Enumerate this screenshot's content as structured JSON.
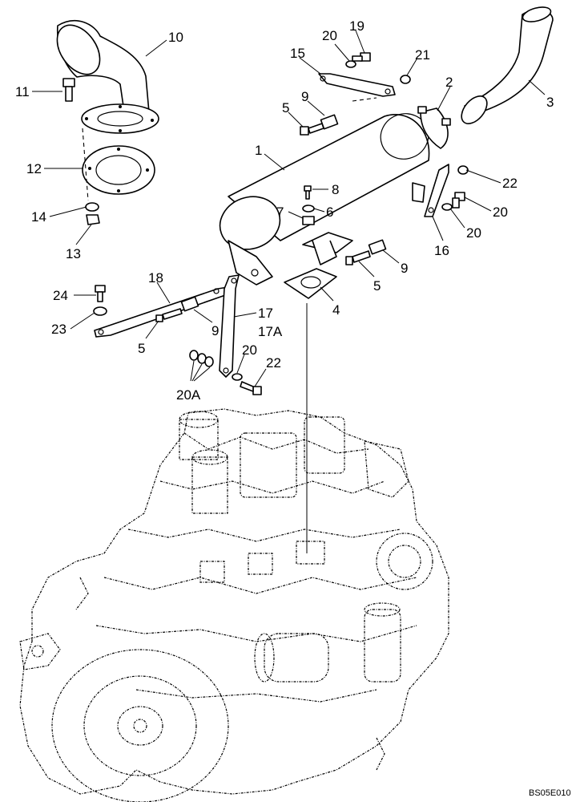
{
  "diagram": {
    "type": "exploded-parts-diagram",
    "figure_code": "BS05E010",
    "callouts": [
      {
        "id": "c1",
        "label": "1"
      },
      {
        "id": "c2",
        "label": "2"
      },
      {
        "id": "c3",
        "label": "3"
      },
      {
        "id": "c4",
        "label": "4"
      },
      {
        "id": "c5a",
        "label": "5"
      },
      {
        "id": "c5b",
        "label": "5"
      },
      {
        "id": "c5c",
        "label": "5"
      },
      {
        "id": "c6",
        "label": "6"
      },
      {
        "id": "c7",
        "label": "7"
      },
      {
        "id": "c8",
        "label": "8"
      },
      {
        "id": "c9a",
        "label": "9"
      },
      {
        "id": "c9b",
        "label": "9"
      },
      {
        "id": "c9c",
        "label": "9"
      },
      {
        "id": "c10",
        "label": "10"
      },
      {
        "id": "c11",
        "label": "11"
      },
      {
        "id": "c12",
        "label": "12"
      },
      {
        "id": "c13",
        "label": "13"
      },
      {
        "id": "c14",
        "label": "14"
      },
      {
        "id": "c15",
        "label": "15"
      },
      {
        "id": "c16",
        "label": "16"
      },
      {
        "id": "c17",
        "label": "17"
      },
      {
        "id": "c17a",
        "label": "17A"
      },
      {
        "id": "c18",
        "label": "18"
      },
      {
        "id": "c19a",
        "label": "19"
      },
      {
        "id": "c19b",
        "label": "19"
      },
      {
        "id": "c20a",
        "label": "20"
      },
      {
        "id": "c20b",
        "label": "20"
      },
      {
        "id": "c20c",
        "label": "20"
      },
      {
        "id": "c20A",
        "label": "20A"
      },
      {
        "id": "c21a",
        "label": "21"
      },
      {
        "id": "c21b",
        "label": "21"
      },
      {
        "id": "c22",
        "label": "22"
      },
      {
        "id": "c23",
        "label": "23"
      },
      {
        "id": "c24",
        "label": "24"
      }
    ]
  }
}
